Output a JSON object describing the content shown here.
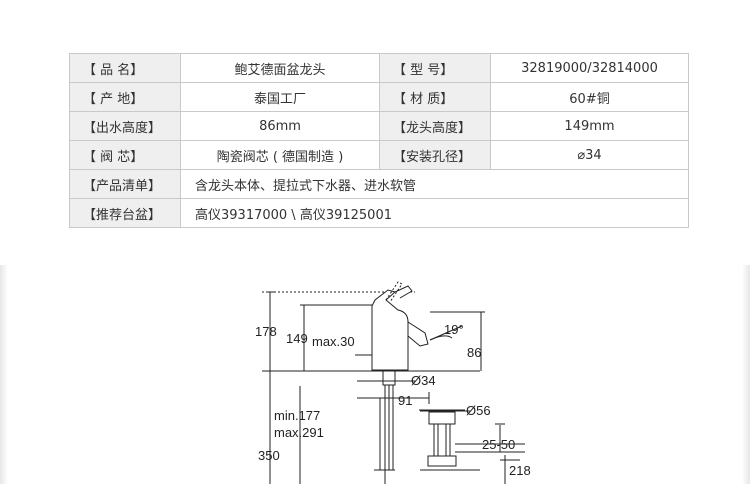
{
  "specs": [
    {
      "l1": "【 品 名】",
      "v1": "鲍艾德面盆龙头",
      "l2": "【 型 号】",
      "v2": "32819000/32814000"
    },
    {
      "l1": "【 产 地】",
      "v1": "泰国工厂",
      "l2": "【 材 质】",
      "v2": "60#铜"
    },
    {
      "l1": "【出水高度】",
      "v1": "86mm",
      "l2": "【龙头高度】",
      "v2": "149mm"
    },
    {
      "l1": "【 阀 芯】",
      "v1": "陶瓷阀芯 ( 德国制造 )",
      "l2": "【安装孔径】",
      "v2": "⌀34"
    }
  ],
  "wide_rows": [
    {
      "label": "【产品清单】",
      "value": "含龙头本体、提拉式下水器、进水软管"
    },
    {
      "label": "【推荐台盆】",
      "value": "高仪39317000 \\ 高仪39125001"
    }
  ],
  "drawing": {
    "d178": "178",
    "d149": "149",
    "max30": "max.30",
    "angle": "19°",
    "d86": "86",
    "d34": "Ø34",
    "d91": "91",
    "min177": "min.177",
    "max291": "max.291",
    "d56": "Ø56",
    "d2550": "25-50",
    "d350": "350",
    "d218": "218"
  }
}
